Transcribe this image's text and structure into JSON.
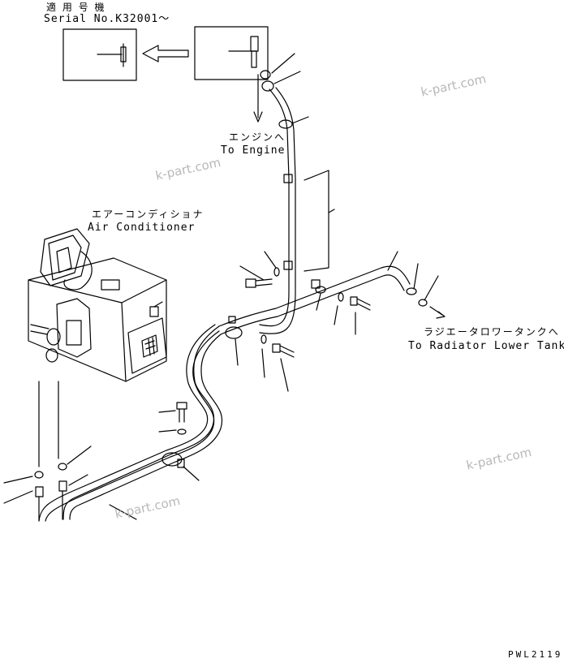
{
  "header": {
    "applicable_jp": "適 用 号 機",
    "serial": "Serial No.K32001～"
  },
  "labels": {
    "engine_jp": "エンジンへ",
    "engine_en": "To Engine",
    "aircon_jp": "エアーコンディショナ",
    "aircon_en": "Air Conditioner",
    "radiator_jp": "ラジエータロワータンクへ",
    "radiator_en": "To Radiator Lower Tank"
  },
  "watermarks": [
    "k-part.com",
    "k-part.com",
    "k-part.com",
    "k-part.com"
  ],
  "drawing_code": "PWL2119",
  "colors": {
    "line": "#000000",
    "watermark": "#b8b8b8",
    "background": "#ffffff"
  }
}
